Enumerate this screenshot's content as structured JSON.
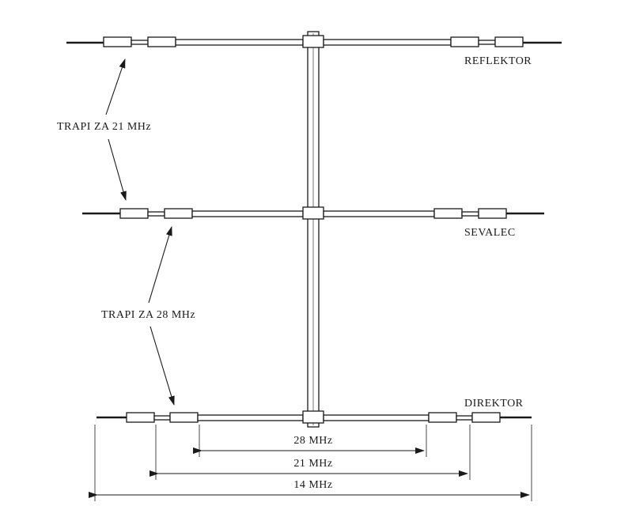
{
  "elements": {
    "reflektor": "REFLEKTOR",
    "sevalec": "SEVALEC",
    "direktor": "DIREKTOR"
  },
  "traps": {
    "trap_21": "TRAPI ZA 21 MHz",
    "trap_28": "TRAPI ZA 28 MHz"
  },
  "dimensions": {
    "d28": "28 MHz",
    "d21": "21 MHz",
    "d14": "14 MHz"
  }
}
